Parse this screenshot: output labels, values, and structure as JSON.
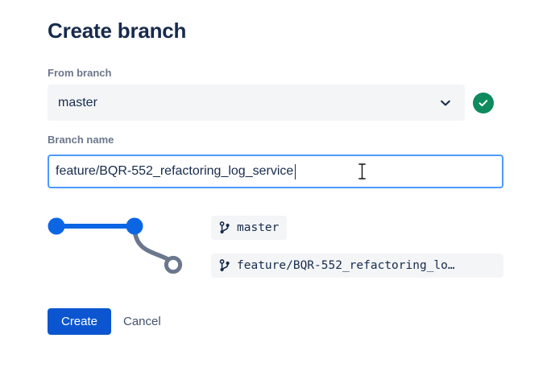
{
  "dialog": {
    "title": "Create branch"
  },
  "from_branch": {
    "label": "From branch",
    "value": "master",
    "chevron_icon": "chevron-down-icon",
    "valid_icon": "check-circle-icon",
    "valid_color": "#0E8A5F"
  },
  "branch_name": {
    "label": "Branch name",
    "value": "feature/BQR-552_refactoring_log_service",
    "placeholder": "",
    "focus_color": "#4C9AFF"
  },
  "graph": {
    "node_color": "#0C66E4",
    "branch_color": "#6B778C",
    "source_branch_icon": "branch-icon",
    "target_branch_icon": "branch-icon"
  },
  "branches": [
    {
      "icon": "branch-icon",
      "name": "master"
    },
    {
      "icon": "branch-icon",
      "name": "feature/BQR-552_refactoring_lo…"
    }
  ],
  "actions": {
    "create_label": "Create",
    "cancel_label": "Cancel",
    "primary_color": "#0B56D0"
  },
  "cursor": {
    "type": "i-beam-cursor"
  }
}
